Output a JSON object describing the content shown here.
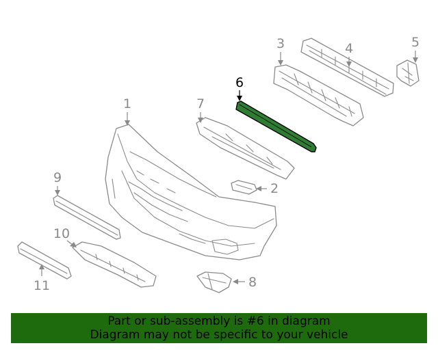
{
  "diagram": {
    "highlight_color": "#2e7d32",
    "callouts": [
      {
        "id": "c1",
        "label": "1"
      },
      {
        "id": "c2",
        "label": "2"
      },
      {
        "id": "c3",
        "label": "3"
      },
      {
        "id": "c4",
        "label": "4"
      },
      {
        "id": "c5",
        "label": "5"
      },
      {
        "id": "c6",
        "label": "6",
        "highlighted": true
      },
      {
        "id": "c7",
        "label": "7"
      },
      {
        "id": "c8",
        "label": "8"
      },
      {
        "id": "c9",
        "label": "9"
      },
      {
        "id": "c10",
        "label": "10"
      },
      {
        "id": "c11",
        "label": "11"
      }
    ]
  },
  "banner": {
    "line1": "Part or sub-assembly is #6 in diagram",
    "line2": "Diagram may not be specific to your vehicle",
    "background": "#1e6b0e"
  }
}
